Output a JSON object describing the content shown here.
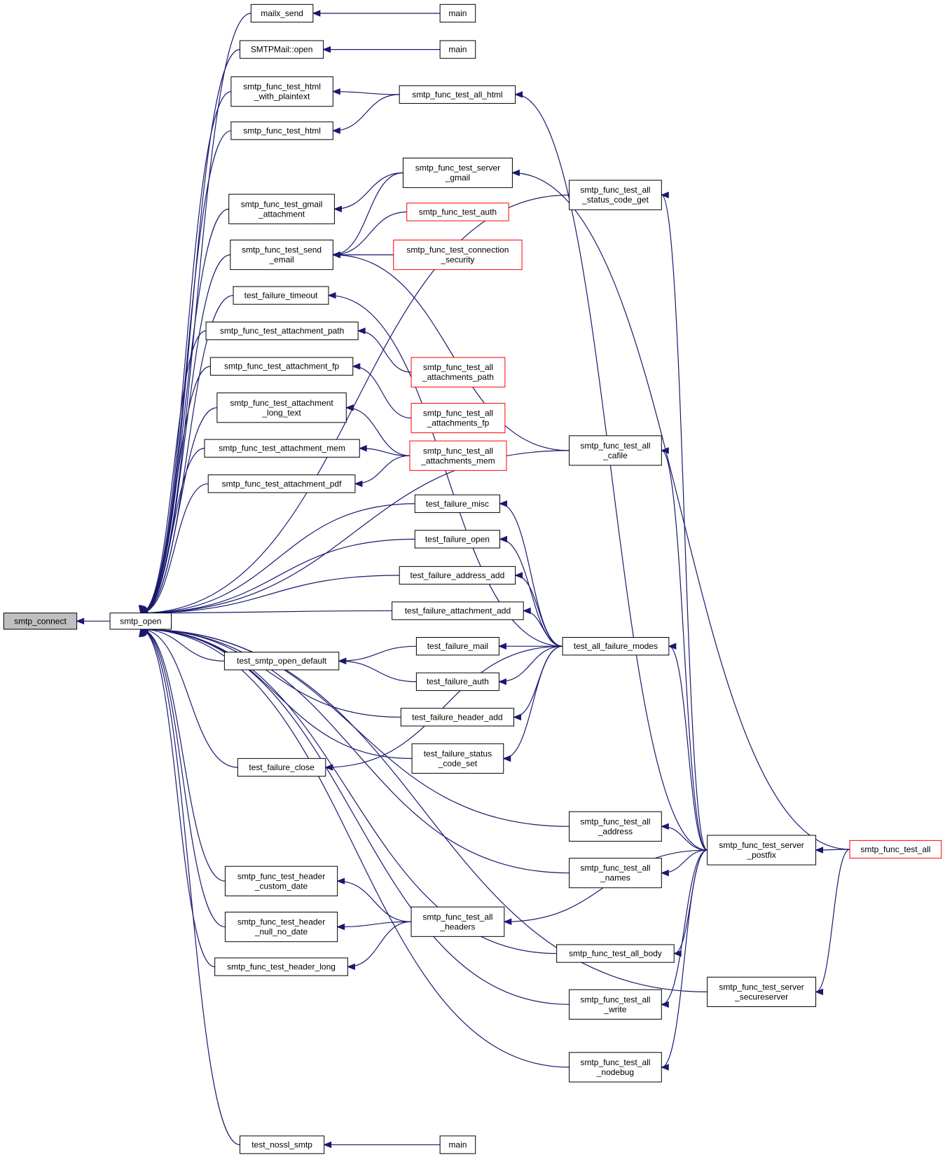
{
  "nodes": {
    "smtp_connect": {
      "lines": [
        "smtp_connect"
      ],
      "style": "root"
    },
    "smtp_open": {
      "lines": [
        "smtp_open"
      ],
      "style": "normal"
    },
    "mailx_send": {
      "lines": [
        "mailx_send"
      ],
      "style": "normal"
    },
    "main1": {
      "lines": [
        "main"
      ],
      "style": "normal"
    },
    "smtpmail_open": {
      "lines": [
        "SMTPMail::open"
      ],
      "style": "normal"
    },
    "main2": {
      "lines": [
        "main"
      ],
      "style": "normal"
    },
    "html_plain": {
      "lines": [
        "smtp_func_test_html",
        "_with_plaintext"
      ],
      "style": "normal"
    },
    "all_html": {
      "lines": [
        "smtp_func_test_all_html"
      ],
      "style": "normal"
    },
    "test_html": {
      "lines": [
        "smtp_func_test_html"
      ],
      "style": "normal"
    },
    "server_gmail": {
      "lines": [
        "smtp_func_test_server",
        "_gmail"
      ],
      "style": "normal"
    },
    "status_get": {
      "lines": [
        "smtp_func_test_all",
        "_status_code_get"
      ],
      "style": "normal"
    },
    "gmail_att": {
      "lines": [
        "smtp_func_test_gmail",
        "_attachment"
      ],
      "style": "normal"
    },
    "test_auth": {
      "lines": [
        "smtp_func_test_auth"
      ],
      "style": "red"
    },
    "send_email": {
      "lines": [
        "smtp_func_test_send",
        "_email"
      ],
      "style": "normal"
    },
    "conn_sec": {
      "lines": [
        "smtp_func_test_connection",
        "_security"
      ],
      "style": "red"
    },
    "fail_timeout": {
      "lines": [
        "test_failure_timeout"
      ],
      "style": "normal"
    },
    "att_path": {
      "lines": [
        "smtp_func_test_attachment_path"
      ],
      "style": "normal"
    },
    "all_att_path": {
      "lines": [
        "smtp_func_test_all",
        "_attachments_path"
      ],
      "style": "red"
    },
    "att_fp": {
      "lines": [
        "smtp_func_test_attachment_fp"
      ],
      "style": "normal"
    },
    "all_att_fp": {
      "lines": [
        "smtp_func_test_all",
        "_attachments_fp"
      ],
      "style": "red"
    },
    "att_long": {
      "lines": [
        "smtp_func_test_attachment",
        "_long_text"
      ],
      "style": "normal"
    },
    "cafile": {
      "lines": [
        "smtp_func_test_all",
        "_cafile"
      ],
      "style": "normal"
    },
    "att_mem": {
      "lines": [
        "smtp_func_test_attachment_mem"
      ],
      "style": "normal"
    },
    "all_att_mem": {
      "lines": [
        "smtp_func_test_all",
        "_attachments_mem"
      ],
      "style": "red"
    },
    "att_pdf": {
      "lines": [
        "smtp_func_test_attachment_pdf"
      ],
      "style": "normal"
    },
    "fail_misc": {
      "lines": [
        "test_failure_misc"
      ],
      "style": "normal"
    },
    "fail_open": {
      "lines": [
        "test_failure_open"
      ],
      "style": "normal"
    },
    "fail_addr": {
      "lines": [
        "test_failure_address_add"
      ],
      "style": "normal"
    },
    "fail_attadd": {
      "lines": [
        "test_failure_attachment_add"
      ],
      "style": "normal"
    },
    "fail_mail": {
      "lines": [
        "test_failure_mail"
      ],
      "style": "normal"
    },
    "all_failure": {
      "lines": [
        "test_all_failure_modes"
      ],
      "style": "normal"
    },
    "open_default": {
      "lines": [
        "test_smtp_open_default"
      ],
      "style": "normal"
    },
    "fail_auth": {
      "lines": [
        "test_failure_auth"
      ],
      "style": "normal"
    },
    "fail_header": {
      "lines": [
        "test_failure_header_add"
      ],
      "style": "normal"
    },
    "fail_status": {
      "lines": [
        "test_failure_status",
        "_code_set"
      ],
      "style": "normal"
    },
    "fail_close": {
      "lines": [
        "test_failure_close"
      ],
      "style": "normal"
    },
    "all_address": {
      "lines": [
        "smtp_func_test_all",
        "_address"
      ],
      "style": "normal"
    },
    "server_postfix": {
      "lines": [
        "smtp_func_test_server",
        "_postfix"
      ],
      "style": "normal"
    },
    "test_all": {
      "lines": [
        "smtp_func_test_all"
      ],
      "style": "red"
    },
    "all_names": {
      "lines": [
        "smtp_func_test_all",
        "_names"
      ],
      "style": "normal"
    },
    "hdr_custom": {
      "lines": [
        "smtp_func_test_header",
        "_custom_date"
      ],
      "style": "normal"
    },
    "all_headers": {
      "lines": [
        "smtp_func_test_all",
        "_headers"
      ],
      "style": "normal"
    },
    "hdr_null": {
      "lines": [
        "smtp_func_test_header",
        "_null_no_date"
      ],
      "style": "normal"
    },
    "all_body": {
      "lines": [
        "smtp_func_test_all_body"
      ],
      "style": "normal"
    },
    "hdr_long": {
      "lines": [
        "smtp_func_test_header_long"
      ],
      "style": "normal"
    },
    "server_secure": {
      "lines": [
        "smtp_func_test_server",
        "_secureserver"
      ],
      "style": "normal"
    },
    "all_write": {
      "lines": [
        "smtp_func_test_all",
        "_write"
      ],
      "style": "normal"
    },
    "all_nodebug": {
      "lines": [
        "smtp_func_test_all",
        "_nodebug"
      ],
      "style": "normal"
    },
    "nossl": {
      "lines": [
        "test_nossl_smtp"
      ],
      "style": "normal"
    },
    "main3": {
      "lines": [
        "main"
      ],
      "style": "normal"
    }
  },
  "edges": [
    [
      "smtp_open",
      "smtp_connect"
    ],
    [
      "mailx_send",
      "smtp_open"
    ],
    [
      "smtpmail_open",
      "smtp_open"
    ],
    [
      "html_plain",
      "smtp_open"
    ],
    [
      "test_html",
      "smtp_open"
    ],
    [
      "status_get",
      "smtp_open"
    ],
    [
      "gmail_att",
      "smtp_open"
    ],
    [
      "send_email",
      "smtp_open"
    ],
    [
      "fail_timeout",
      "smtp_open"
    ],
    [
      "att_path",
      "smtp_open"
    ],
    [
      "att_fp",
      "smtp_open"
    ],
    [
      "att_long",
      "smtp_open"
    ],
    [
      "att_mem",
      "smtp_open"
    ],
    [
      "att_pdf",
      "smtp_open"
    ],
    [
      "fail_misc",
      "smtp_open"
    ],
    [
      "fail_open",
      "smtp_open"
    ],
    [
      "fail_addr",
      "smtp_open"
    ],
    [
      "fail_attadd",
      "smtp_open"
    ],
    [
      "open_default",
      "smtp_open"
    ],
    [
      "fail_header",
      "smtp_open"
    ],
    [
      "fail_status",
      "smtp_open"
    ],
    [
      "fail_close",
      "smtp_open"
    ],
    [
      "all_address",
      "smtp_open"
    ],
    [
      "all_names",
      "smtp_open"
    ],
    [
      "hdr_custom",
      "smtp_open"
    ],
    [
      "hdr_null",
      "smtp_open"
    ],
    [
      "hdr_long",
      "smtp_open"
    ],
    [
      "all_write",
      "smtp_open"
    ],
    [
      "all_nodebug",
      "smtp_open"
    ],
    [
      "server_secure",
      "smtp_open"
    ],
    [
      "nossl",
      "smtp_open"
    ],
    [
      "all_body",
      "smtp_open"
    ],
    [
      "cafile",
      "smtp_open"
    ],
    [
      "main1",
      "mailx_send"
    ],
    [
      "main2",
      "smtpmail_open"
    ],
    [
      "main3",
      "nossl"
    ],
    [
      "all_html",
      "html_plain"
    ],
    [
      "all_html",
      "test_html"
    ],
    [
      "server_gmail",
      "gmail_att"
    ],
    [
      "server_gmail",
      "send_email"
    ],
    [
      "test_auth",
      "send_email"
    ],
    [
      "conn_sec",
      "send_email"
    ],
    [
      "cafile",
      "send_email"
    ],
    [
      "all_failure",
      "fail_timeout"
    ],
    [
      "all_att_path",
      "att_path"
    ],
    [
      "all_att_fp",
      "att_fp"
    ],
    [
      "all_att_mem",
      "att_long"
    ],
    [
      "all_att_mem",
      "att_mem"
    ],
    [
      "all_att_mem",
      "att_pdf"
    ],
    [
      "all_failure",
      "fail_misc"
    ],
    [
      "all_failure",
      "fail_open"
    ],
    [
      "all_failure",
      "fail_addr"
    ],
    [
      "all_failure",
      "fail_attadd"
    ],
    [
      "all_failure",
      "fail_mail"
    ],
    [
      "all_failure",
      "fail_auth"
    ],
    [
      "all_failure",
      "fail_header"
    ],
    [
      "all_failure",
      "fail_status"
    ],
    [
      "all_failure",
      "fail_close"
    ],
    [
      "fail_mail",
      "open_default"
    ],
    [
      "fail_auth",
      "open_default"
    ],
    [
      "server_postfix",
      "all_html"
    ],
    [
      "server_postfix",
      "status_get"
    ],
    [
      "server_postfix",
      "cafile"
    ],
    [
      "server_postfix",
      "all_failure"
    ],
    [
      "server_postfix",
      "all_address"
    ],
    [
      "server_postfix",
      "all_names"
    ],
    [
      "server_postfix",
      "all_headers"
    ],
    [
      "server_postfix",
      "all_body"
    ],
    [
      "server_postfix",
      "all_write"
    ],
    [
      "server_postfix",
      "all_nodebug"
    ],
    [
      "all_headers",
      "hdr_custom"
    ],
    [
      "all_headers",
      "hdr_null"
    ],
    [
      "all_headers",
      "hdr_long"
    ],
    [
      "test_all",
      "server_postfix"
    ],
    [
      "test_all",
      "server_gmail"
    ],
    [
      "test_all",
      "server_secure"
    ]
  ]
}
